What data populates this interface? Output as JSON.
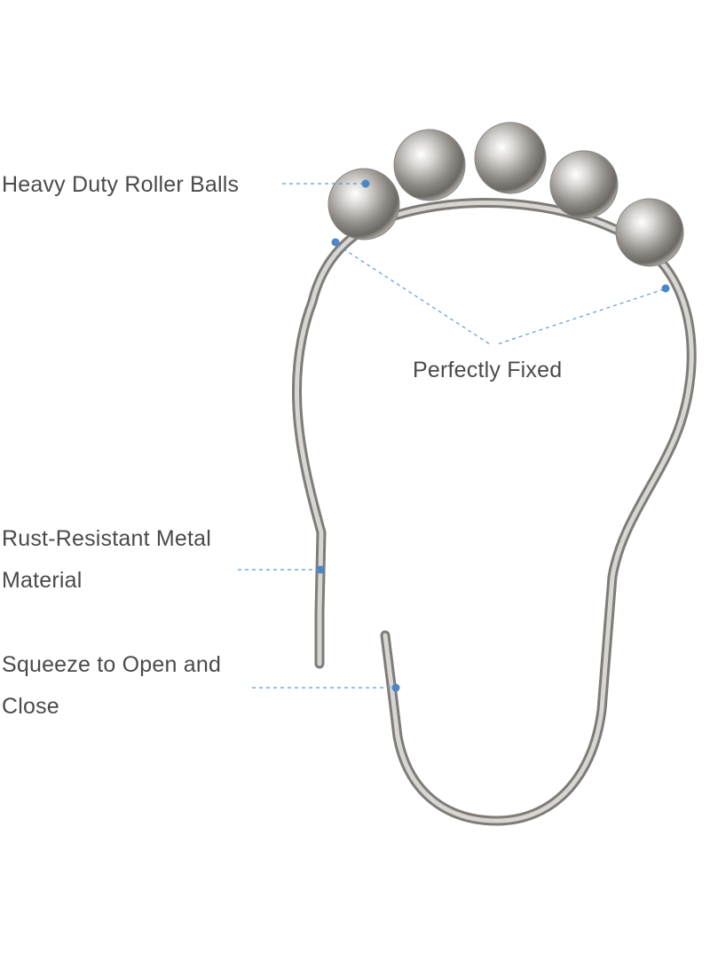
{
  "annotations": {
    "heavy_duty": "Heavy Duty Roller Balls",
    "perfectly_fixed": "Perfectly Fixed",
    "rust_line1": "Rust-Resistant Metal",
    "rust_line2": "Material",
    "squeeze_line1": "Squeeze to Open and",
    "squeeze_line2": "Close"
  },
  "colors": {
    "text": "#4a4a4a",
    "leader_line": "#5b9bd5",
    "marker_dot": "#4a86c8",
    "metal": "#a8a49f"
  }
}
